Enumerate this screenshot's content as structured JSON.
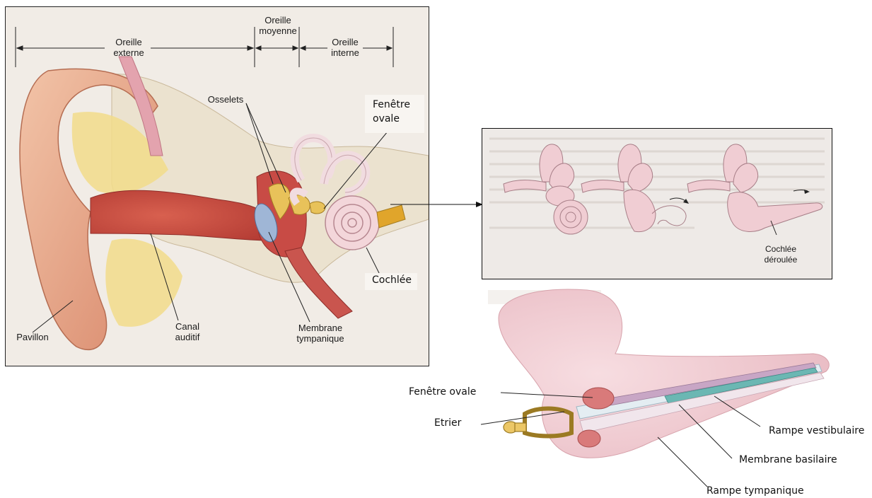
{
  "ear_diagram": {
    "regions": {
      "externe": "Oreille\nexterne",
      "moyenne": "Oreille\nmoyenne",
      "interne": "Oreille\ninterne"
    },
    "labels": {
      "osselets": "Osselets",
      "fenetre_ovale": "Fenêtre\novale",
      "cochlee": "Cochlée",
      "pavillon": "Pavillon",
      "canal": "Canal\nauditif",
      "membrane_tympanique": "Membrane\ntympanique"
    }
  },
  "unrolled_panel": {
    "label": "Cochlée\ndéroulée"
  },
  "cochlea_section": {
    "labels": {
      "fenetre_ovale": "Fenêtre ovale",
      "etrier": "Etrier",
      "rampe_vestibulaire": "Rampe vestibulaire",
      "membrane_basilaire": "Membrane basilaire",
      "rampe_tympanique": "Rampe tympanique"
    }
  }
}
